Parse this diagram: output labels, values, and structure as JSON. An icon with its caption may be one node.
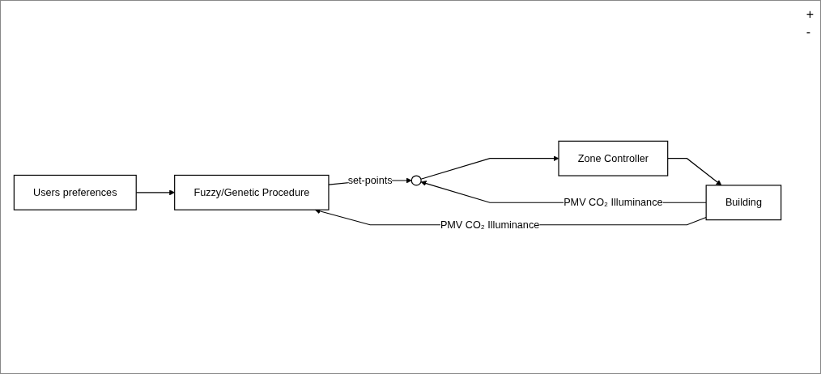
{
  "diagram": {
    "nodes": [
      {
        "text": [
          "Users preferences"
        ]
      },
      {
        "text": [
          "Fuzzy/Genetic Procedure"
        ]
      },
      {
        "text": [],
        "shape": "circle"
      },
      {
        "text": [
          "Zone Controller"
        ]
      },
      {
        "text": [
          "Building"
        ]
      }
    ],
    "edges": [
      {
        "from": 0,
        "to": 1,
        "arrow": "to"
      },
      {
        "from": 1,
        "to": 2,
        "arrow": "to",
        "label": "set-points"
      },
      {
        "from": 2,
        "to": 3,
        "arrow": "to"
      },
      {
        "from": 3,
        "to": 4,
        "arrow": "to"
      },
      {
        "from": 4,
        "to": 2,
        "arrow": "to",
        "label": "PMV CO₂ Illuminance"
      },
      {
        "from": 4,
        "to": 1,
        "arrow": "to",
        "label": "PMV CO₂ Illuminance"
      }
    ],
    "labels": [
      "+",
      "-"
    ]
  }
}
